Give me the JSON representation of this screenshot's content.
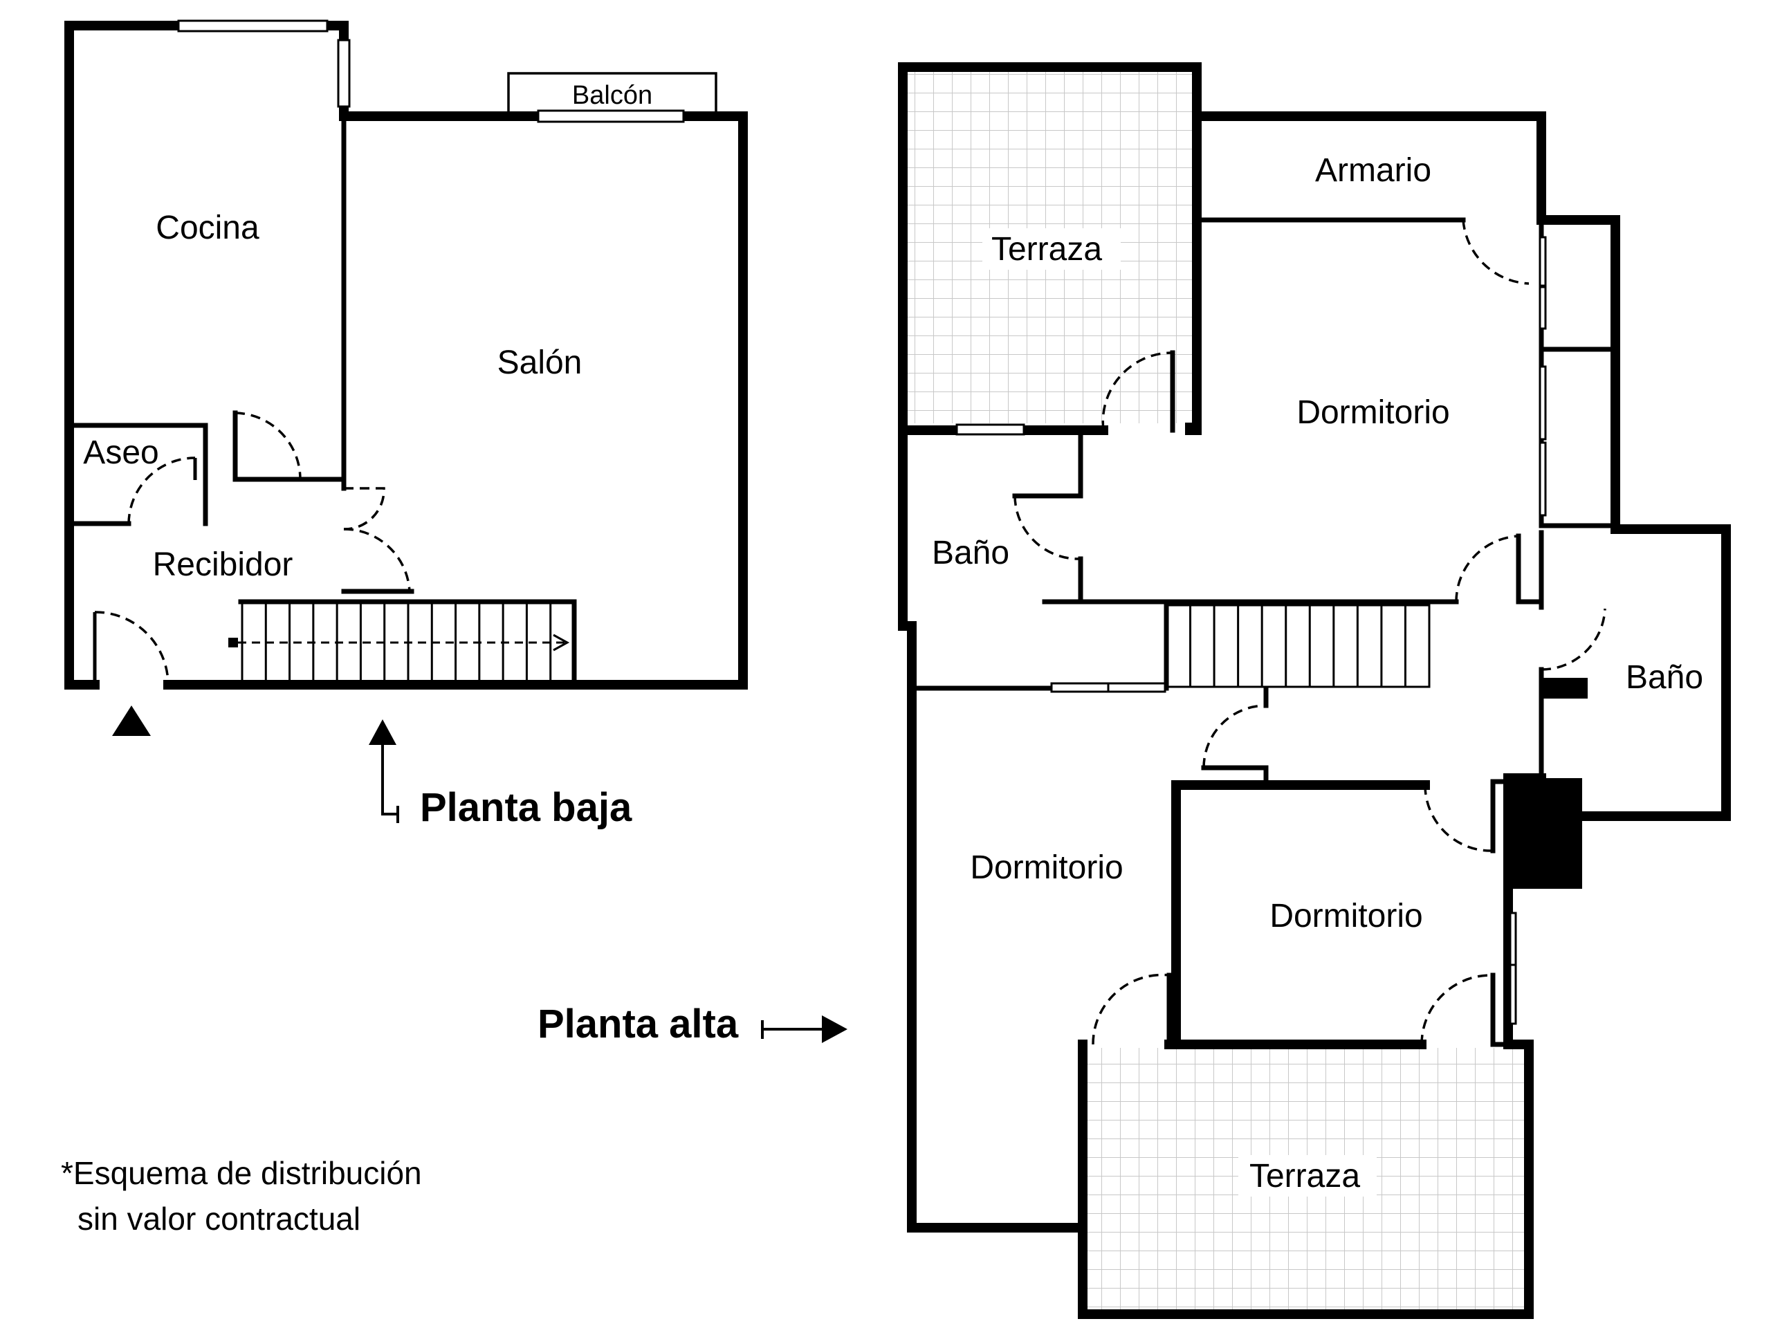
{
  "ground_floor": {
    "title": "Planta baja",
    "rooms": {
      "balcony": "Balcón",
      "kitchen": "Cocina",
      "living": "Salón",
      "toilet": "Aseo",
      "hall": "Recibidor"
    }
  },
  "upper_floor": {
    "title": "Planta alta",
    "rooms": {
      "terrace_top": "Terraza",
      "wardrobe": "Armario",
      "bedroom_main": "Dormitorio",
      "bath_left": "Baño",
      "bath_right": "Baño",
      "bedroom_left": "Dormitorio",
      "bedroom_center": "Dormitorio",
      "terrace_bottom": "Terraza"
    }
  },
  "disclaimer": {
    "line1": "*Esquema de distribución",
    "line2": "sin valor contractual"
  },
  "colors": {
    "lines": "#000000",
    "background": "#ffffff",
    "grid": "#c8c8c8"
  },
  "icons": {
    "entrance": "triangle-up-icon",
    "upper_arrow": "arrow-right-icon",
    "lower_arrow": "arrow-up-icon"
  }
}
